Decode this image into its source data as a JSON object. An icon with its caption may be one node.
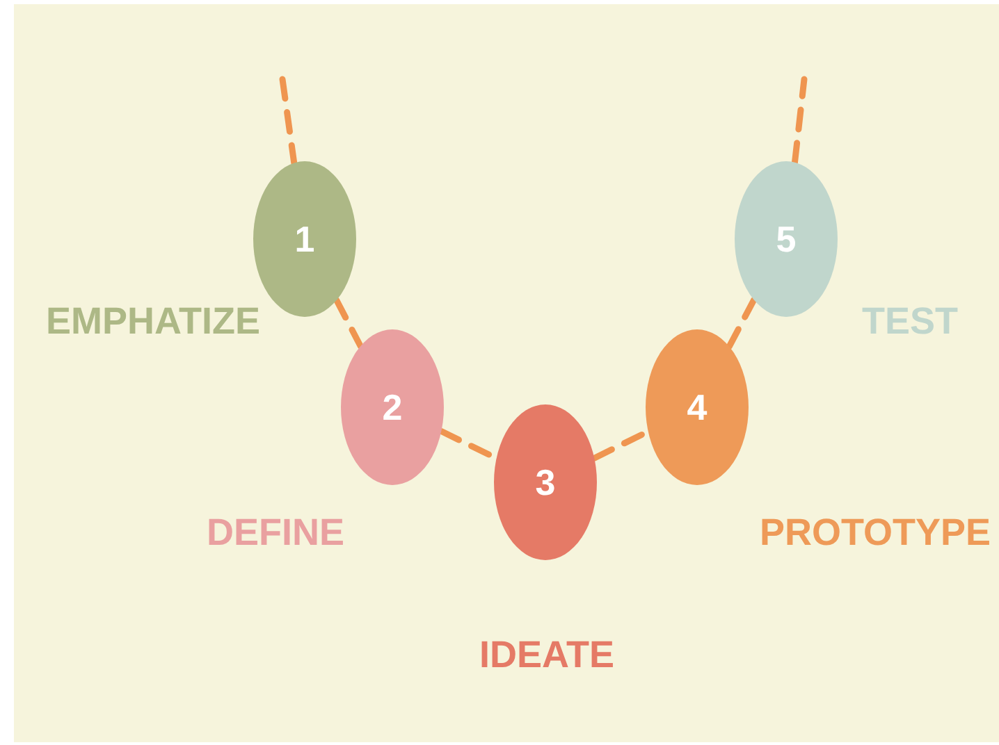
{
  "diagram": {
    "nodes": [
      {
        "text": [
          "1"
        ],
        "beside": [
          "EMPHATIZE"
        ]
      },
      {
        "text": [
          "2"
        ],
        "beside": [
          "DEFINE"
        ]
      },
      {
        "text": [
          "3"
        ],
        "beside": [
          "IDEATE"
        ]
      },
      {
        "text": [
          "4"
        ],
        "beside": [
          "PROTOTYPE"
        ]
      },
      {
        "text": [
          "5"
        ],
        "beside": [
          "TEST"
        ]
      }
    ],
    "edges": [
      {
        "from": null,
        "to": 0,
        "arrow": "none",
        "style": "dashed"
      },
      {
        "from": 0,
        "to": 1,
        "arrow": "none",
        "style": "dashed"
      },
      {
        "from": 1,
        "to": 2,
        "arrow": "none",
        "style": "dashed"
      },
      {
        "from": 2,
        "to": 3,
        "arrow": "none",
        "style": "dashed"
      },
      {
        "from": 3,
        "to": 4,
        "arrow": "none",
        "style": "dashed"
      },
      {
        "from": 4,
        "to": null,
        "arrow": "none",
        "style": "dashed"
      }
    ]
  }
}
